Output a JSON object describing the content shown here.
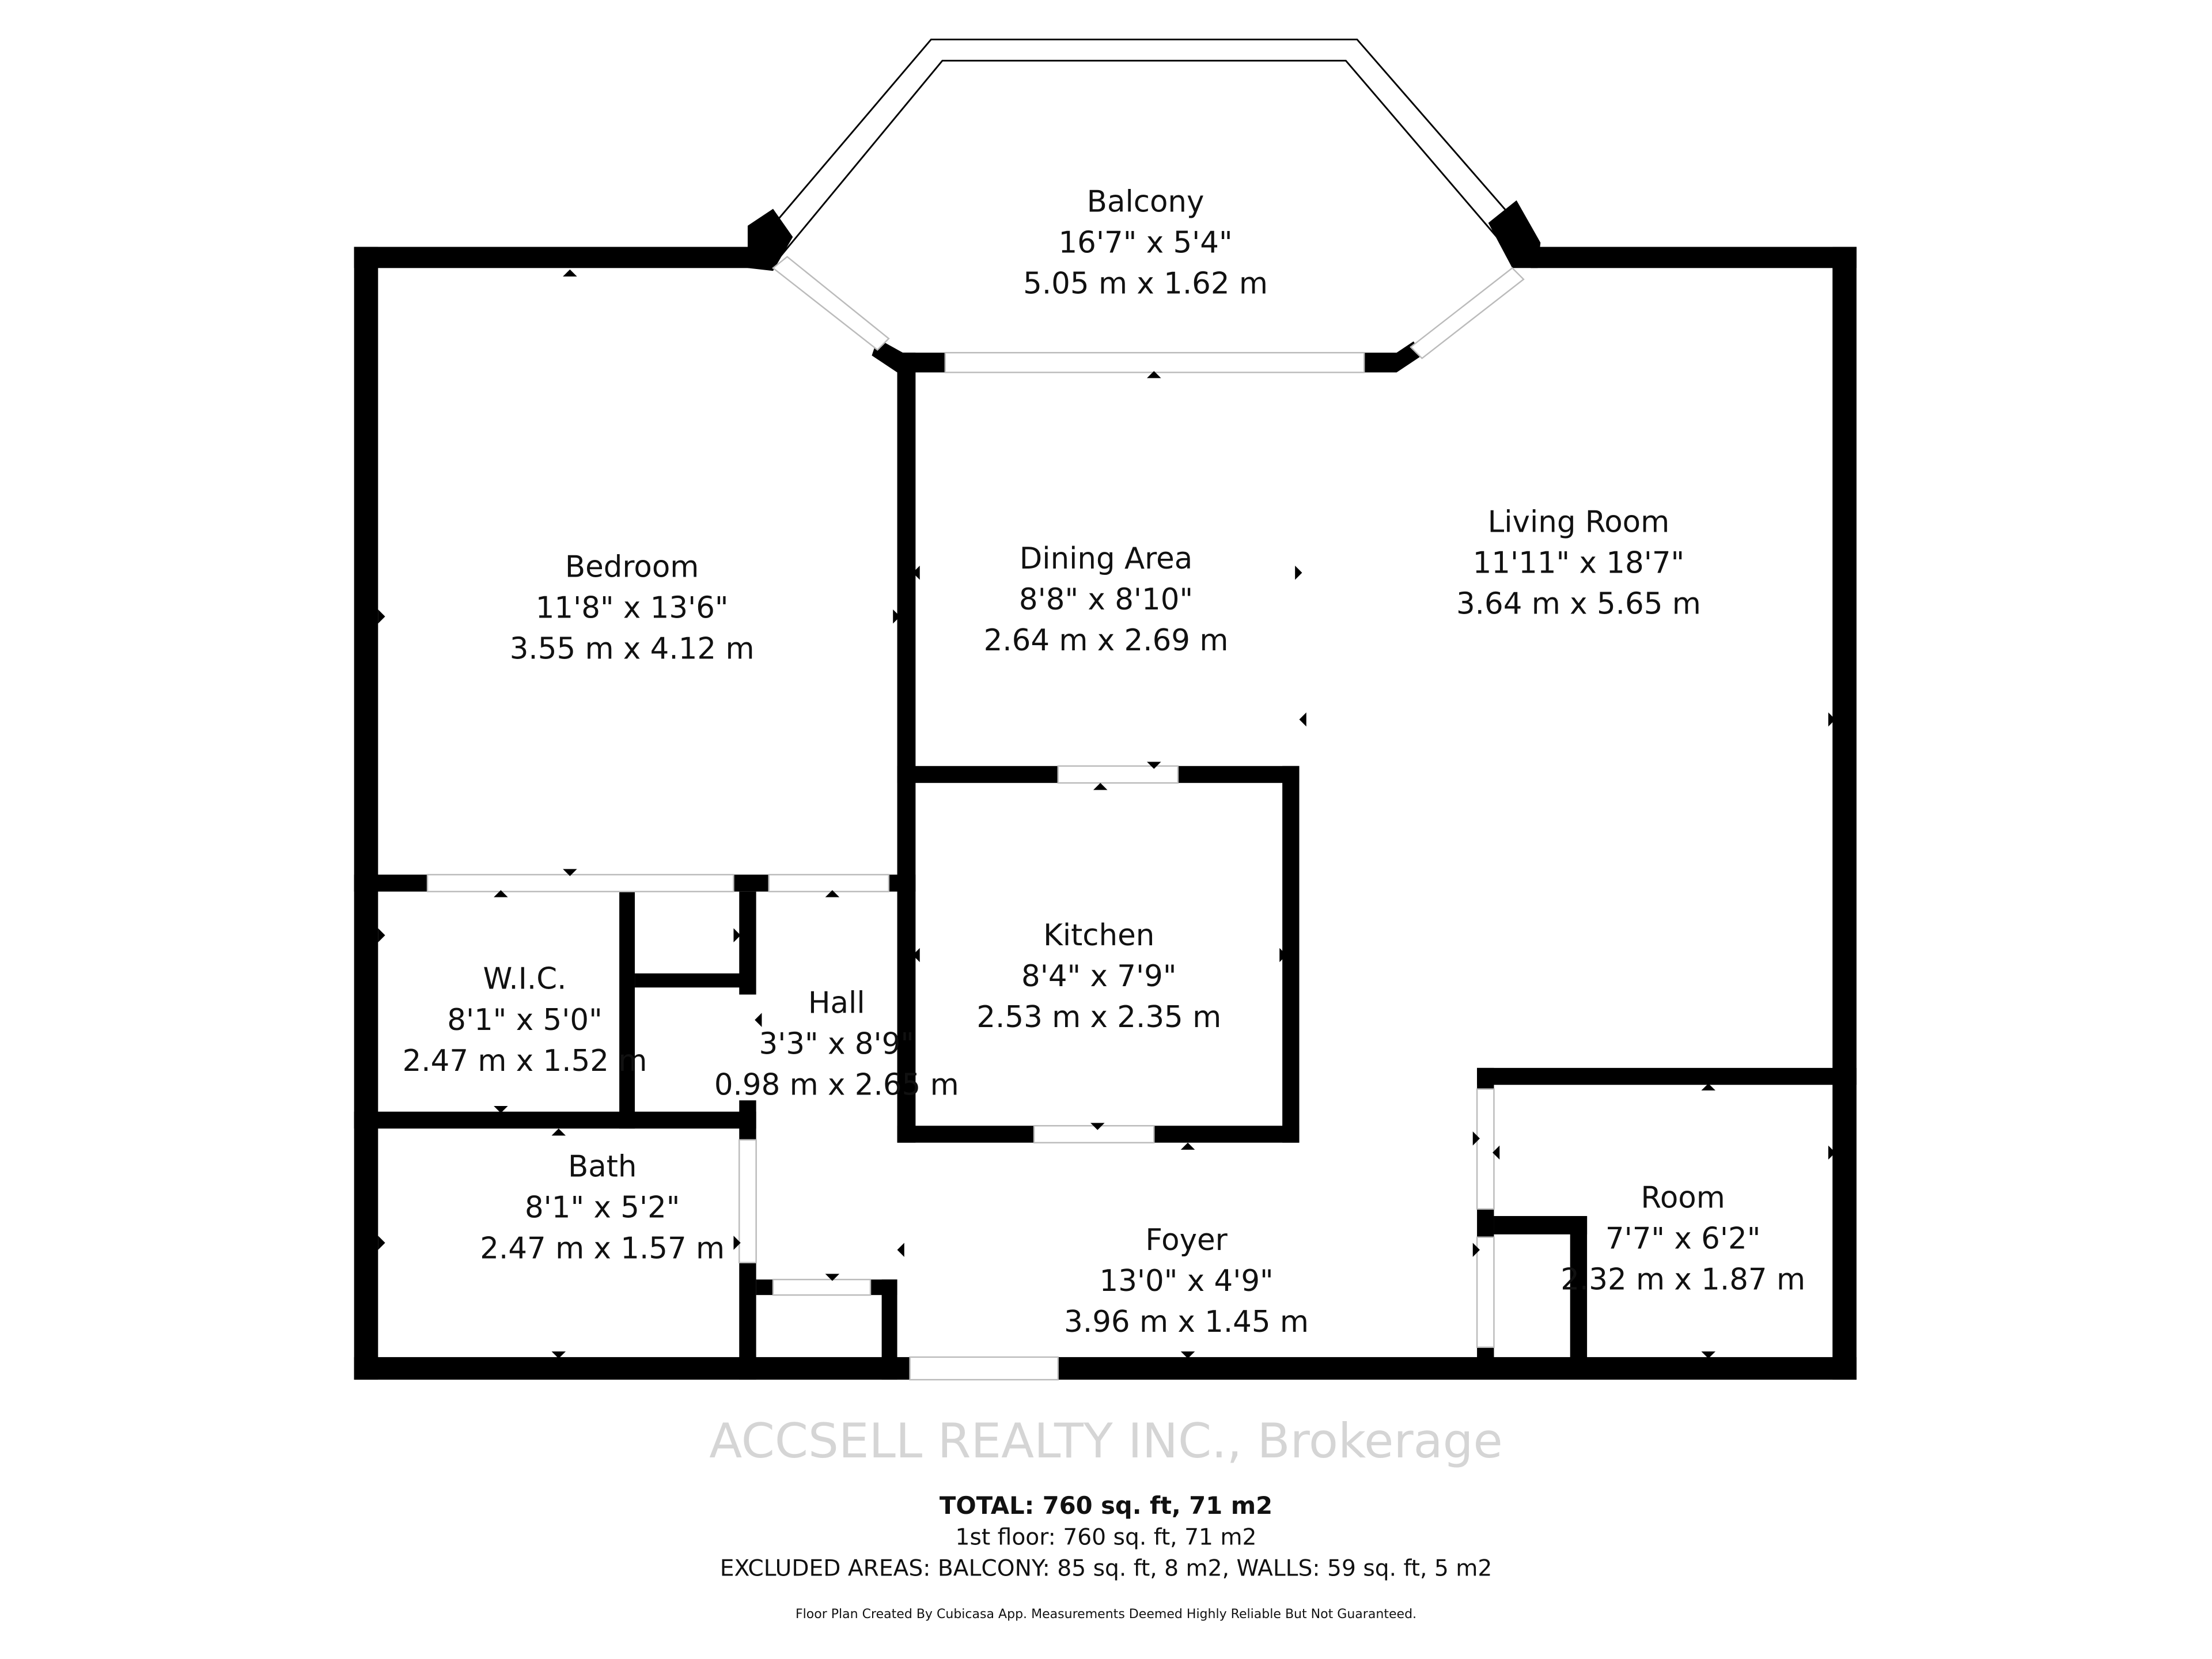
{
  "rooms": [
    {
      "name": "Balcony",
      "imperial": "16'7\" x 5'4\"",
      "metric": "5.05 m x 1.62 m"
    },
    {
      "name": "Bedroom",
      "imperial": "11'8\" x 13'6\"",
      "metric": "3.55 m x 4.12 m"
    },
    {
      "name": "Dining Area",
      "imperial": "8'8\" x 8'10\"",
      "metric": "2.64 m x 2.69 m"
    },
    {
      "name": "Living Room",
      "imperial": "11'11\" x 18'7\"",
      "metric": "3.64 m x 5.65 m"
    },
    {
      "name": "W.I.C.",
      "imperial": "8'1\" x 5'0\"",
      "metric": "2.47 m x 1.52 m"
    },
    {
      "name": "Hall",
      "imperial": "3'3\" x 8'9\"",
      "metric": "0.98 m x 2.65 m"
    },
    {
      "name": "Kitchen",
      "imperial": "8'4\" x 7'9\"",
      "metric": "2.53 m x 2.35 m"
    },
    {
      "name": "Bath",
      "imperial": "8'1\" x 5'2\"",
      "metric": "2.47 m x 1.57 m"
    },
    {
      "name": "Foyer",
      "imperial": "13'0\" x 4'9\"",
      "metric": "3.96 m x 1.45 m"
    },
    {
      "name": "Room",
      "imperial": "7'7\" x 6'2\"",
      "metric": "2.32 m x 1.87 m"
    }
  ],
  "summary": {
    "total": "TOTAL: 760 sq. ft, 71 m2",
    "floor": "1st floor: 760 sq. ft, 71 m2",
    "excluded": "EXCLUDED AREAS: BALCONY: 85 sq. ft, 8 m2, WALLS: 59 sq. ft, 5 m2",
    "disclaimer": "Floor Plan Created By Cubicasa App. Measurements Deemed Highly Reliable But Not Guaranteed."
  },
  "watermark": "ACCSELL REALTY INC., Brokerage"
}
